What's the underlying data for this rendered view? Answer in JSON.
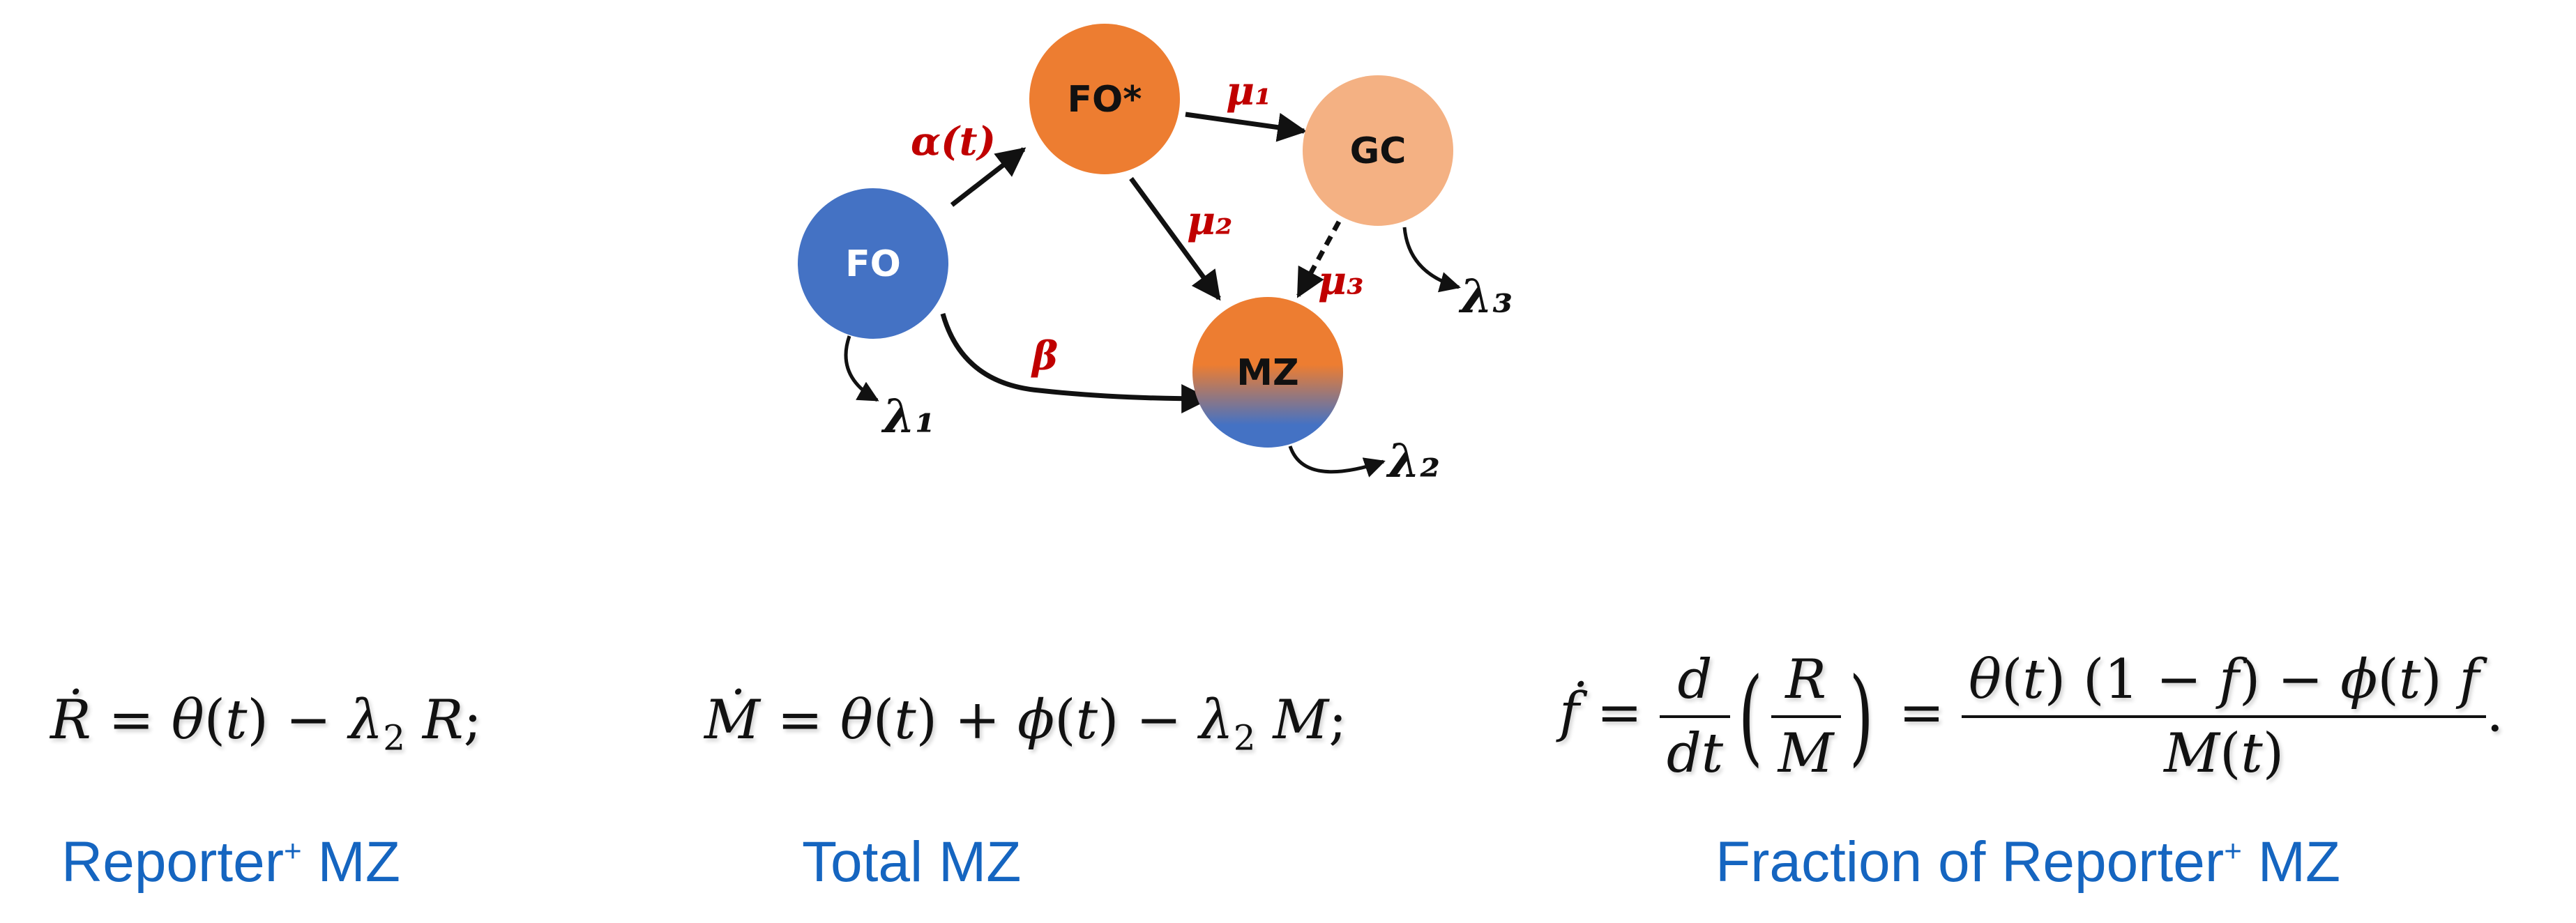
{
  "nodes": {
    "fo": {
      "label": "FO",
      "color": "#4472c4"
    },
    "fo_star": {
      "label": "FO*",
      "color": "#ed7d31"
    },
    "gc": {
      "label": "GC",
      "color": "#f4b183"
    },
    "mz": {
      "label": "MZ",
      "color_top": "#ed7d31",
      "color_bottom": "#4472c4"
    }
  },
  "rates": {
    "alpha": "α(t)",
    "beta": "β",
    "mu1": "μ₁",
    "mu2": "μ₂",
    "mu3": "μ₃",
    "lambda1": "λ₁",
    "lambda2": "λ₂",
    "lambda3": "λ₃"
  },
  "captions": {
    "reporter": "Reporter",
    "reporter_sup": "+",
    "reporter_suffix": " MZ",
    "total": "Total MZ",
    "fraction": "Fraction of Reporter",
    "fraction_sup": "+",
    "fraction_suffix": " MZ"
  },
  "colors": {
    "rate_red": "#c00000",
    "caption_blue": "#1565c0"
  }
}
